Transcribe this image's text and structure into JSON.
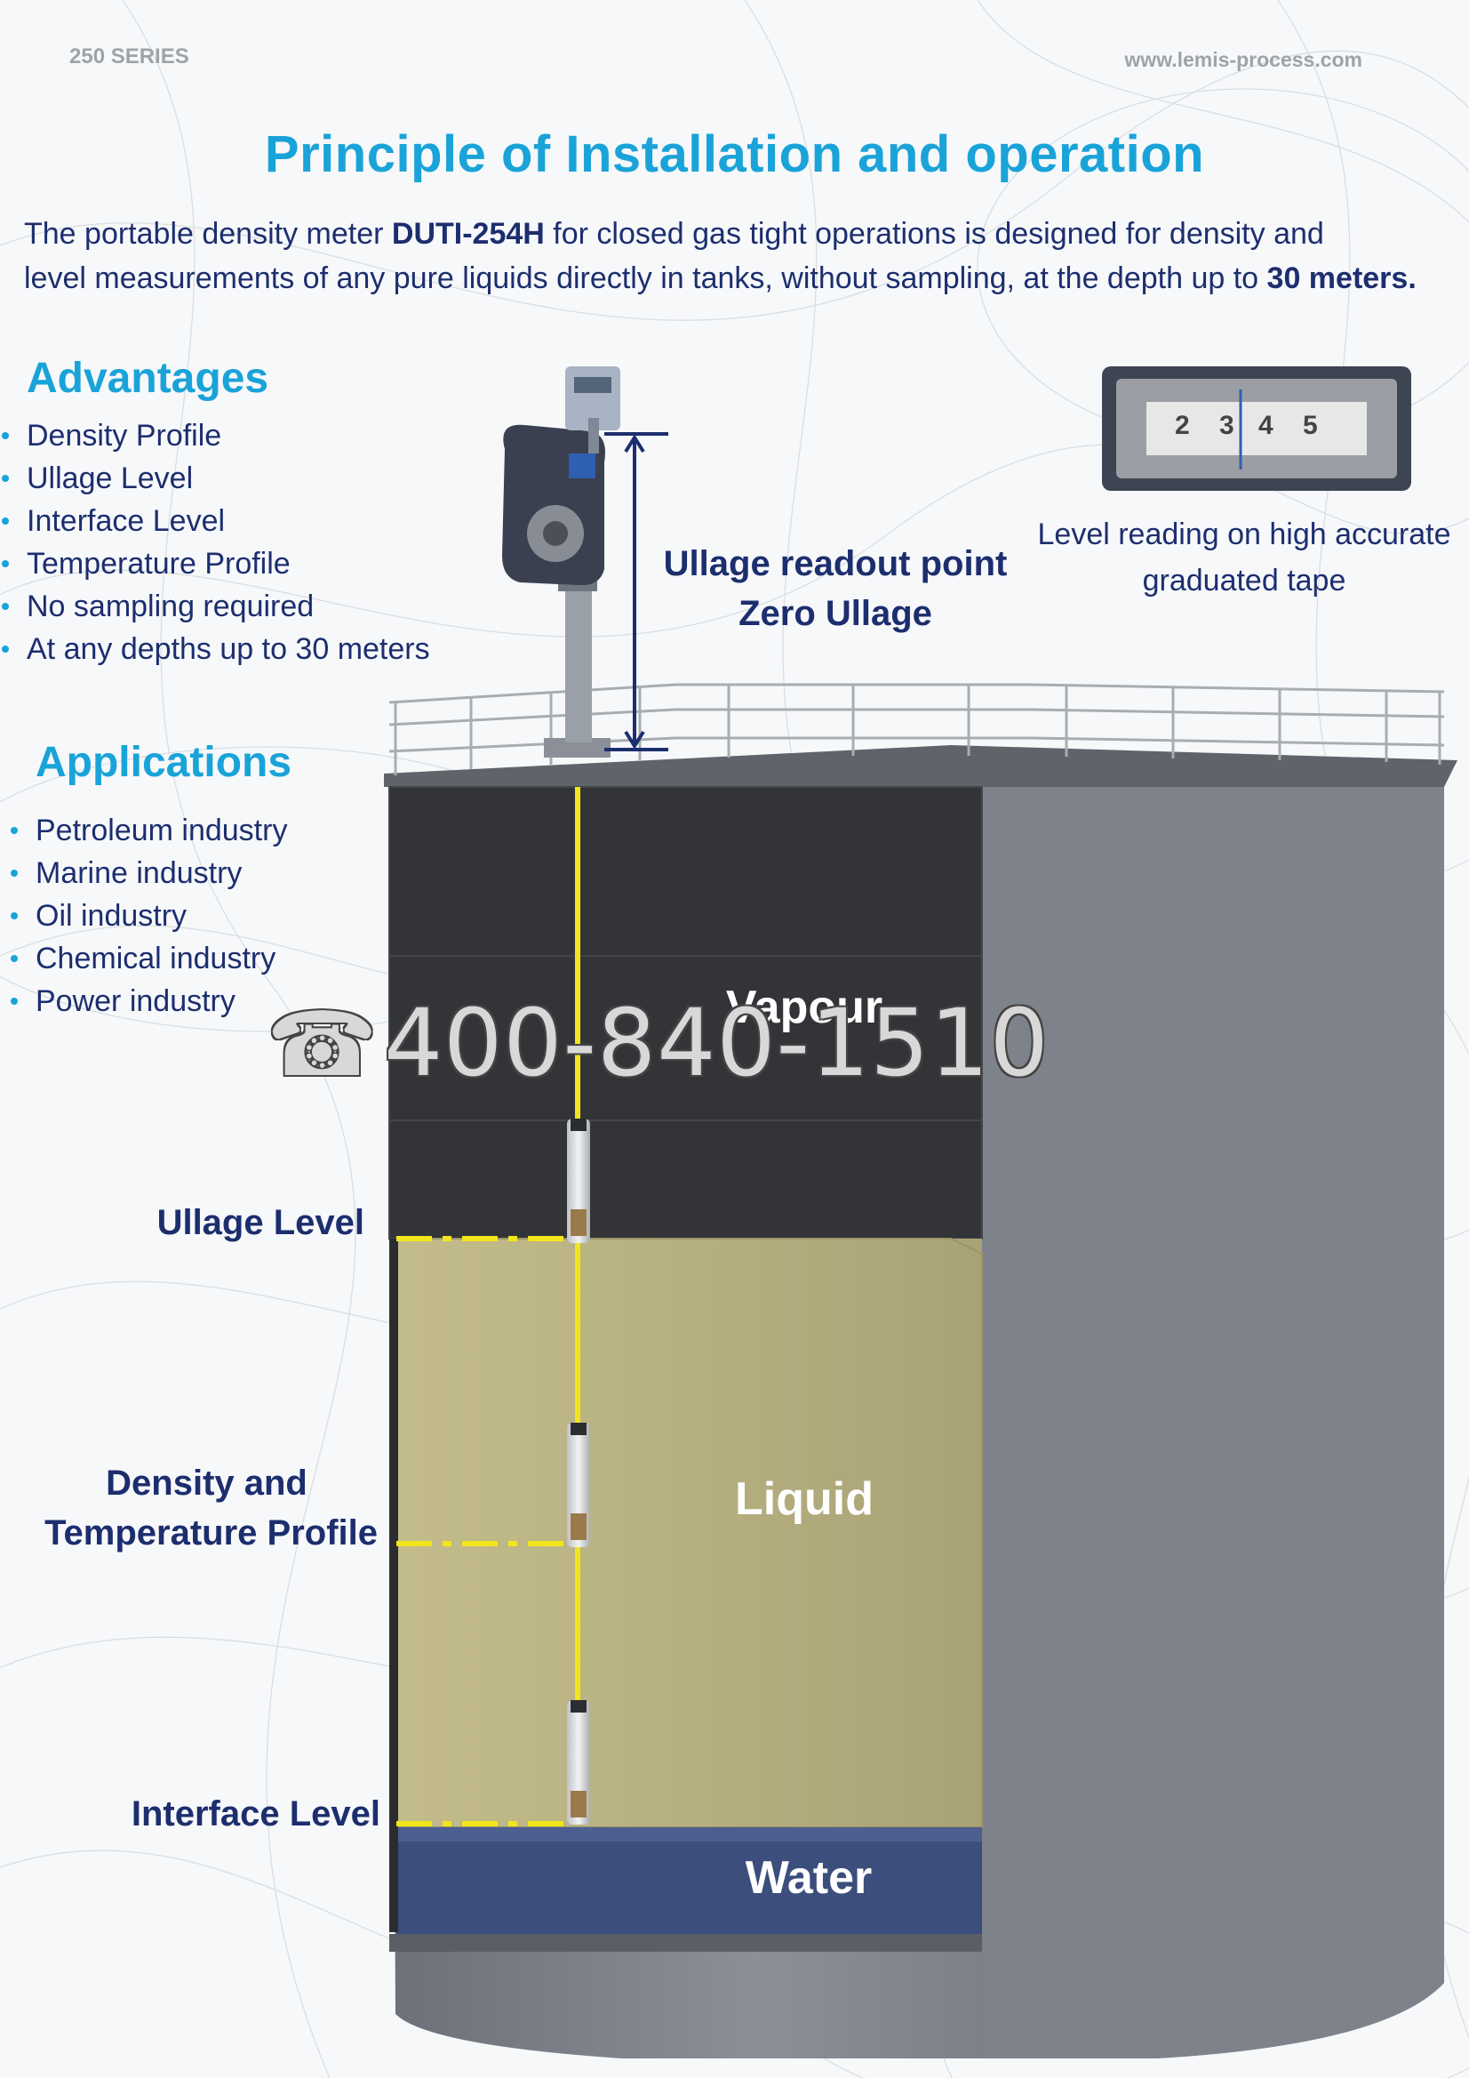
{
  "header": {
    "series": "250 SERIES",
    "website": "www.lemis-process.com"
  },
  "title": "Principle of Installation and operation",
  "intro": {
    "line1_pre": "The portable density meter ",
    "product": "DUTI-254H",
    "line1_post": " for closed gas tight operations is designed for density and",
    "line2_pre": "level measurements of any pure liquids directly in tanks, without sampling, at the depth up to ",
    "depth": "30 meters."
  },
  "advantages": {
    "title": "Advantages",
    "items": [
      "Density Profile",
      "Ullage Level",
      "Interface Level",
      "Temperature Profile",
      "No sampling required",
      "At any depths up to 30 meters"
    ]
  },
  "applications": {
    "title": "Applications",
    "items": [
      "Petroleum industry",
      "Marine industry",
      "Oil industry",
      "Chemical industry",
      "Power industry"
    ]
  },
  "callout": {
    "line1": "Ullage readout point",
    "line2": "Zero Ullage"
  },
  "tape": {
    "digits": [
      "2",
      "3",
      "4",
      "5"
    ],
    "caption_line1": "Level reading on high accurate",
    "caption_line2": "graduated tape"
  },
  "zones": {
    "vapour": "Vapour",
    "liquid": "Liquid",
    "water": "Water"
  },
  "levels": {
    "ullage": "Ullage Level",
    "density_line1": "Density and",
    "density_line2": "Temperature Profile",
    "interface": "Interface Level"
  },
  "watermark": {
    "phone": "400-840-1510"
  },
  "colors": {
    "accent": "#1aa3d8",
    "text": "#1d2e6e",
    "cable": "#f2e51c",
    "liquid": "#b7b080",
    "water": "#3b4e7c",
    "vapour": "#333438"
  }
}
